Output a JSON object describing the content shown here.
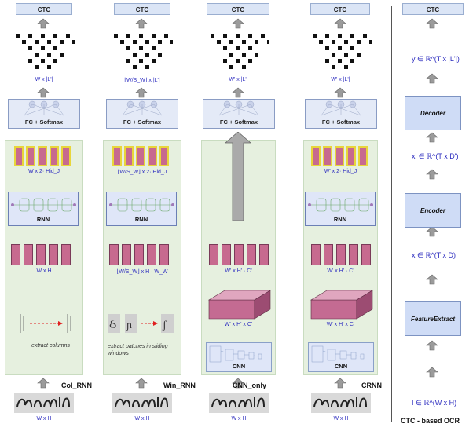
{
  "ctc_label": "CTC",
  "fc_label": "FC + Softmax",
  "rnn_label": "RNN",
  "cnn_label": "CNN",
  "input_dims": "W x H",
  "columns": [
    {
      "name": "Col_RNN",
      "output_dims": "W x |L'|",
      "rnn_output_dims": "W x 2· Hid_J",
      "features_dims": "W x H",
      "note": "extract columns"
    },
    {
      "name": "Win_RNN",
      "output_dims": "⌊W/S_W⌋ x |L'|",
      "rnn_output_dims": "⌊W/S_W⌋ x 2· Hid_J",
      "features_dims": "⌊W/S_W⌋ x H · W_W",
      "note": "extract patches in sliding windows"
    },
    {
      "name": "CNN_only",
      "output_dims": "W' x |L'|",
      "features_dims": "W' x H' · C'",
      "cnn_output_dims": "W' x H' x C'"
    },
    {
      "name": "CRNN",
      "output_dims": "W' x |L'|",
      "rnn_output_dims": "W' x 2· Hid_J",
      "features_dims": "W' x H' · C'",
      "cnn_output_dims": "W' x H' x C'"
    }
  ],
  "generic": {
    "title": "CTC - based OCR",
    "ctc": "CTC",
    "decoder": "Decoder",
    "encoder": "Encoder",
    "feature_extract": "FeatureExtract",
    "y_formula": "y ∈ ℝ^(T x |L'|)",
    "x_prime_formula": "x' ∈ ℝ^(T x D')",
    "x_formula": "x ∈ ℝ^(T x D)",
    "i_formula": "I ∈ ℝ^(W x H)"
  }
}
